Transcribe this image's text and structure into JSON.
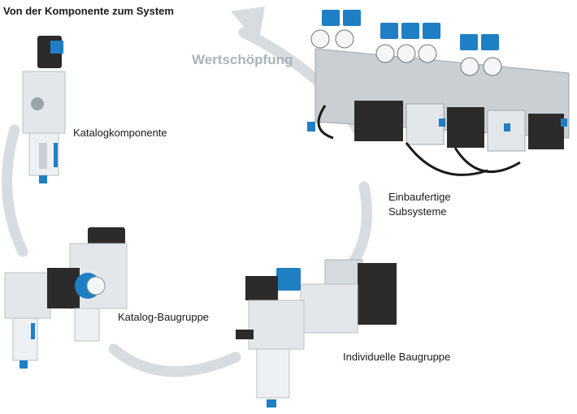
{
  "title": "Von der Komponente zum System",
  "cycle_label": "Wertschöpfung",
  "stages": [
    {
      "label": "Katalogkomponente"
    },
    {
      "label": "Katalog-Baugruppe"
    },
    {
      "label": "Individuelle Baugruppe"
    },
    {
      "label_line1": "Einbaufertige",
      "label_line2": "Subsysteme"
    }
  ],
  "colors": {
    "cycle_arrow": "#d6dcdf",
    "cycle_label": "#a9b4bd",
    "accent_blue": "#1f7fc4",
    "device_grey": "#dfe3e6",
    "device_dark": "#2b2b2b"
  }
}
